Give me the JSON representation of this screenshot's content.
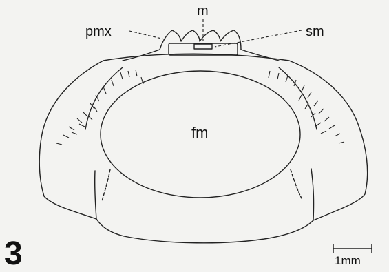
{
  "figure": {
    "number": "3",
    "labels": {
      "premaxilla": "pmx",
      "maxilla": "m",
      "septomaxilla": "sm",
      "foramen_magnum": "fm"
    },
    "scale_bar": {
      "label": "1mm"
    }
  }
}
